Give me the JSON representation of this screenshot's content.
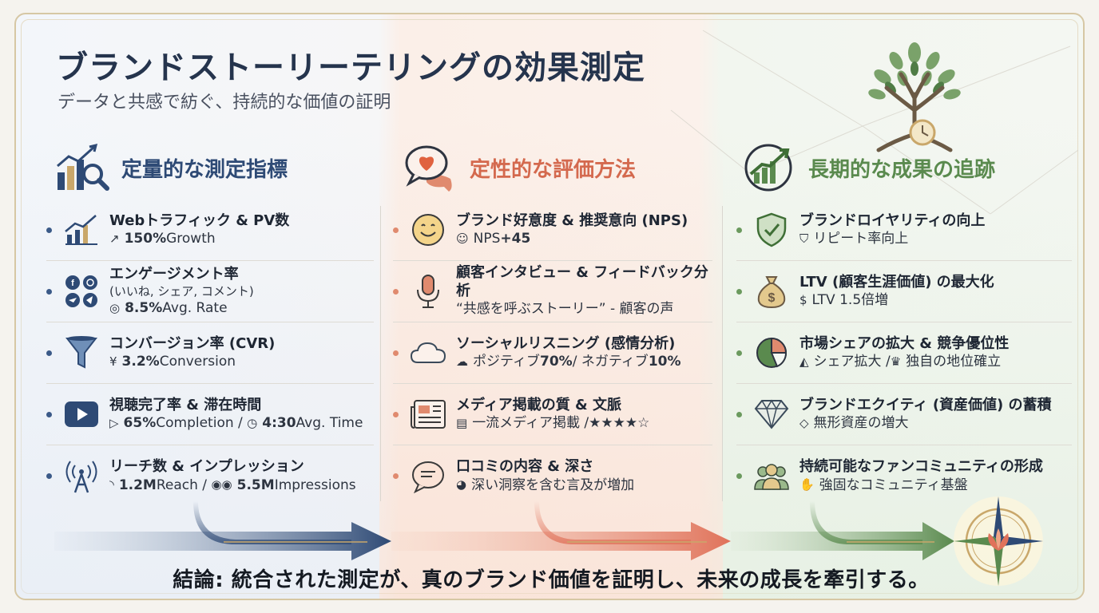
{
  "header": {
    "title": "ブランドストーリーテリングの効果測定",
    "subtitle": "データと共感で紡ぐ、持続的な価値の証明"
  },
  "columns": [
    {
      "heading": "定量的な測定指標",
      "color": "#2e4a75",
      "items": [
        {
          "icon": "line-growth-chart-icon",
          "title": "Webトラフィック & PV数",
          "sub_prefix": "↗",
          "sub_value": "150%",
          "sub_text": " Growth"
        },
        {
          "icon": "social-media-icons",
          "title": "エンゲージメント率",
          "title2": "(いいね, シェア, コメント)",
          "sub_prefix": "◎",
          "sub_value": "8.5%",
          "sub_text": " Avg. Rate"
        },
        {
          "icon": "funnel-icon",
          "title": "コンバージョン率 (CVR)",
          "sub_prefix": "¥",
          "sub_value": "3.2%",
          "sub_text": " Conversion"
        },
        {
          "icon": "video-play-icon",
          "title": "視聴完了率 & 滞在時間",
          "sub_prefix": "▷",
          "sub_value": "65%",
          "sub_text": " Completion / ",
          "sub_prefix2": "◷",
          "sub_value2": "4:30",
          "sub_text2": " Avg. Time"
        },
        {
          "icon": "broadcast-antenna-icon",
          "title": "リーチ数 & インプレッション",
          "sub_prefix": "◝",
          "sub_value": "1.2M",
          "sub_text": " Reach / ",
          "sub_prefix2": "◉◉",
          "sub_value2": "5.5M",
          "sub_text2": " Impressions"
        }
      ]
    },
    {
      "heading": "定性的な評価方法",
      "color": "#d4694e",
      "items": [
        {
          "icon": "smiley-face-icon",
          "title": "ブランド好意度 & 推奨意向 (NPS)",
          "sub_prefix": "☺",
          "sub_text": " NPS ",
          "sub_value": "+45"
        },
        {
          "icon": "microphone-icon",
          "title": "顧客インタビュー & フィードバック分析",
          "sub_text": "“共感を呼ぶストーリー” - 顧客の声"
        },
        {
          "icon": "cloud-icon",
          "title": "ソーシャルリスニング (感情分析)",
          "sub_prefix": "☁",
          "sub_text": " ポジティブ ",
          "sub_value": "70%",
          "sub_text2": " / ネガティブ ",
          "sub_value2": "10%"
        },
        {
          "icon": "newspaper-icon",
          "title": "メディア掲載の質 & 文脈",
          "sub_prefix": "▤",
          "sub_text": " 一流メディア掲載 / ",
          "sub_value": "★★★★☆"
        },
        {
          "icon": "chat-bubble-icon",
          "title": "口コミの内容 & 深さ",
          "sub_prefix": "◕",
          "sub_text": " 深い洞察を含む言及が増加"
        }
      ]
    },
    {
      "heading": "長期的な成果の追跡",
      "color": "#5a8a4e",
      "items": [
        {
          "icon": "shield-check-icon",
          "title": "ブランドロイヤリティの向上",
          "sub_prefix": "⛉",
          "sub_text": " リピート率向上"
        },
        {
          "icon": "money-bag-icon",
          "title": "LTV (顧客生涯価値) の最大化",
          "sub_prefix": "$",
          "sub_text": " LTV 1.5倍増"
        },
        {
          "icon": "pie-chart-icon",
          "title": "市場シェアの拡大 & 競争優位性",
          "sub_prefix": "◭",
          "sub_text": " シェア拡大 / ",
          "sub_prefix2": "♛",
          "sub_text2": " 独自の地位確立"
        },
        {
          "icon": "diamond-icon",
          "title": "ブランドエクイティ (資産価値) の蓄積",
          "sub_prefix": "◇",
          "sub_text": " 無形資産の増大"
        },
        {
          "icon": "community-people-icon",
          "title": "持続可能なファンコミュニティの形成",
          "sub_prefix": "✋",
          "sub_text": " 強固なコミュニティ基盤"
        }
      ]
    }
  ],
  "conclusion": "結論: 統合された測定が、真のブランド価値を証明し、未来の成長を牽引する。",
  "colors": {
    "navy": "#2e4a75",
    "coral": "#d4694e",
    "green": "#5a8a4e",
    "gold": "#c9a76a"
  }
}
